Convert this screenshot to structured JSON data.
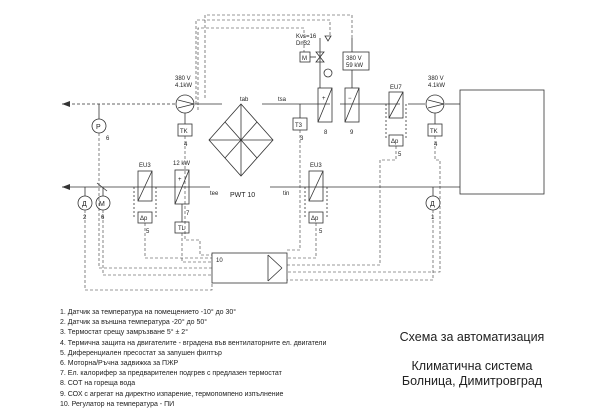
{
  "labels": {
    "power_fan_supply": "380 V",
    "power_fan_supply_kw": "4.1kW",
    "power_fan_exhaust": "380 V",
    "power_fan_exhaust_kw": "4.1kW",
    "power_heater": "380 V",
    "power_heater_kw": "59 kW",
    "fan_label_num_left": "4",
    "fan_label_num_right": "4",
    "tk_left": "TK",
    "tk_right": "TK",
    "eu3_left": "EU3",
    "eu3_right": "EU3",
    "eu7": "EU7",
    "preheater": "12 kW",
    "pwt": "PWT 10",
    "kvs": "Kvs=16",
    "dn": "Dn32",
    "t3": "T3",
    "tl": "TL",
    "m_valve": "M",
    "p_sensor": "P",
    "d_left": "Д",
    "d_right": "Д",
    "m_damper": "M",
    "dp": "Δp",
    "controller": "10",
    "tsa": "tsa",
    "tee": "tee",
    "tin": "tin",
    "tab": "tab",
    "num_1": "1",
    "num_2": "2",
    "num_3": "3",
    "num_5a": "5",
    "num_5b": "5",
    "num_5c": "5",
    "num_6a": "6",
    "num_6b": "6",
    "num_7": "7",
    "num_8": "8",
    "num_9": "9"
  },
  "legend": [
    "1. Датчик за температура на помещението -10° до 30°",
    "2. Датчик за външна температура -20° до 50°",
    "3. Термостат срещу замръзване 5° ± 2°",
    "4. Термична защита на двигателите - вградена във вентилаторните ел. двигатели",
    "5. Диференциален пресостат за запушен филтър",
    "6. Моторна/Ръчна задвижка за ПЖР",
    "7. Ел. калорифер за предварителен подгрев с предлазен термостат",
    "8. СОТ на гореща вода",
    "9. СОХ с агрегат на директно изпарение, термопомпено изпълнение",
    "10. Регулатор на температура - ПИ"
  ],
  "title": {
    "line1": "Схема за автоматизация",
    "line2": "Климатична система",
    "line3": "Болница, Димитровград"
  }
}
